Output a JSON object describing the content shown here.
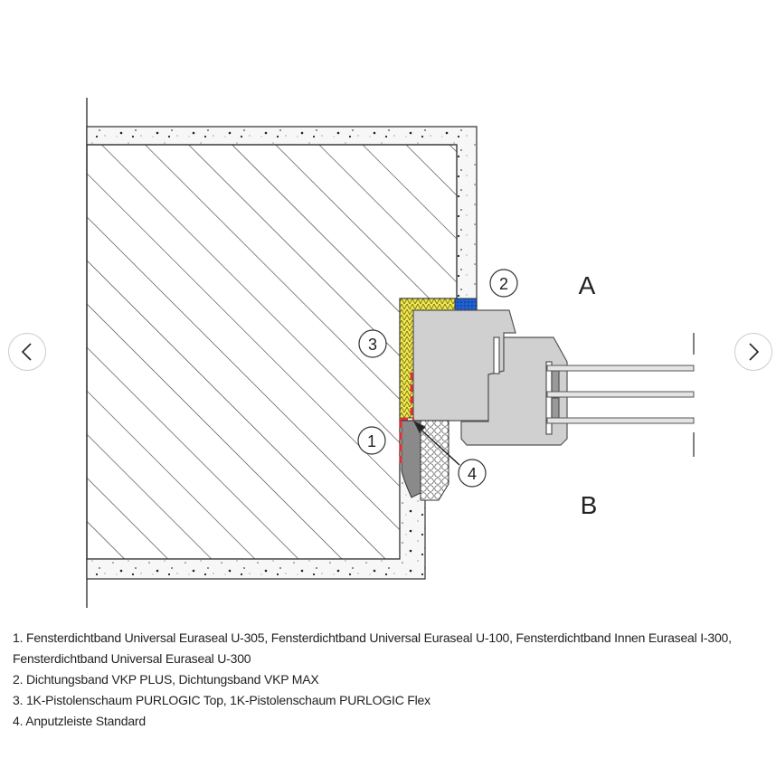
{
  "diagram": {
    "callouts": [
      "1",
      "2",
      "3",
      "4"
    ],
    "side_labels": {
      "outside": "A",
      "inside": "B"
    },
    "colors": {
      "foam": "#f0e84a",
      "sealing_tape": "#1f5fd0",
      "window_tape": "#e03030",
      "frame": "#cfcfcf",
      "plaster_strip": "#8a8a8a"
    }
  },
  "carousel": {
    "prev_icon": "chevron-left-icon",
    "next_icon": "chevron-right-icon"
  },
  "legend": [
    "1. Fensterdichtband Universal Euraseal U-305, Fensterdichtband Universal Euraseal U-100, Fensterdichtband Innen Euraseal I-300, Fensterdichtband Universal Euraseal U-300",
    "2. Dichtungsband VKP PLUS, Dichtungsband VKP MAX",
    "3. 1K-Pistolenschaum PURLOGIC Top, 1K-Pistolenschaum PURLOGIC Flex",
    "4. Anputzleiste Standard"
  ]
}
